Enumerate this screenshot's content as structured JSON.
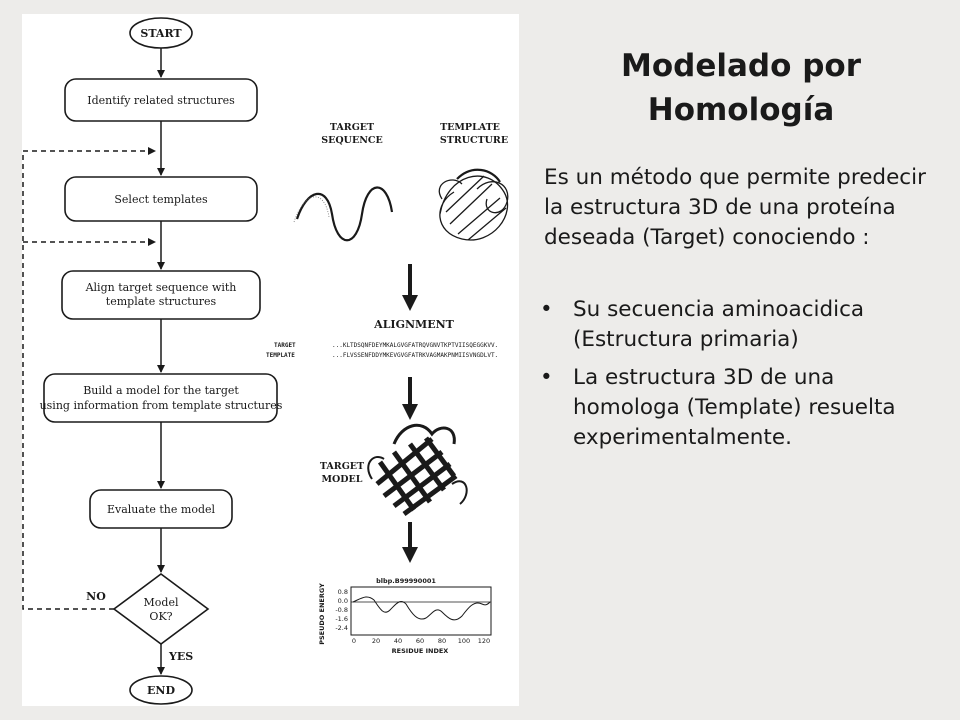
{
  "slide": {
    "title_line1": "Modelado por",
    "title_line2": "Homología",
    "intro": "Es un método que permite predecir la estructura 3D de una proteína deseada (Target) conociendo :",
    "bullets": [
      "Su secuencia aminoacidica (Estructura primaria)",
      "La estructura 3D de una homologa (Template) resuelta experimentalmente."
    ]
  },
  "flowchart": {
    "start": "START",
    "step1": "Identify related structures",
    "step2": "Select templates",
    "step3_line1": "Align target sequence with",
    "step3_line2": "template structures",
    "step4_line1": "Build a model for the target",
    "step4_line2": "using information from template structures",
    "step5": "Evaluate the model",
    "decision_line1": "Model",
    "decision_line2": "OK?",
    "no_label": "NO",
    "yes_label": "YES",
    "end": "END"
  },
  "illustration": {
    "target_label_line1": "TARGET",
    "target_label_line2": "SEQUENCE",
    "template_label_line1": "TEMPLATE",
    "template_label_line2": "STRUCTURE",
    "alignment_label": "ALIGNMENT",
    "align_target_label": "TARGET",
    "align_template_label": "TEMPLATE",
    "align_target_seq": "...KLTDSQNFDEYMKALGVGFATRQVGNVTKPTVIISQEGGKVV.",
    "align_template_seq": "...FLVSSENFDDYMKEVGVGFATRKVAGMAKPNMIISVNGDLVT.",
    "model_label_line1": "TARGET",
    "model_label_line2": "MODEL",
    "plot_title": "blbp.B99990001",
    "plot_ylabel": "PSEUDO ENERGY",
    "plot_xlabel": "RESIDUE INDEX",
    "plot_yticks": [
      "0.8",
      "0.0",
      "-0.8",
      "-1.6",
      "-2.4"
    ],
    "plot_xticks": [
      "0",
      "20",
      "40",
      "60",
      "80",
      "100",
      "120"
    ]
  }
}
